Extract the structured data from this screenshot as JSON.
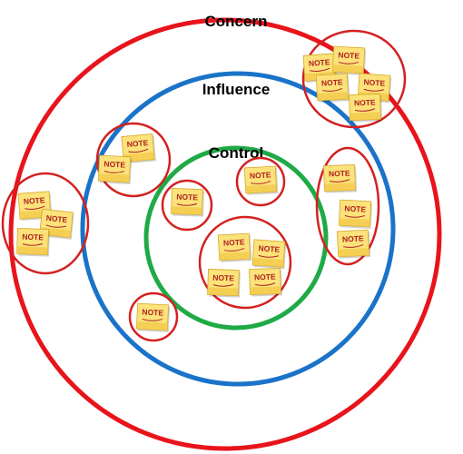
{
  "rings": {
    "concern": {
      "label": "Concern",
      "color": "#e8141b"
    },
    "influence": {
      "label": "Influence",
      "color": "#1a73c8"
    },
    "control": {
      "label": "Control",
      "color": "#1faa46"
    }
  },
  "note_text": "NOTE",
  "group_color": "#d42020",
  "note_colors": {
    "fill": "#fbe27a",
    "shade": "#f2c744",
    "edge": "#d4a82a"
  }
}
